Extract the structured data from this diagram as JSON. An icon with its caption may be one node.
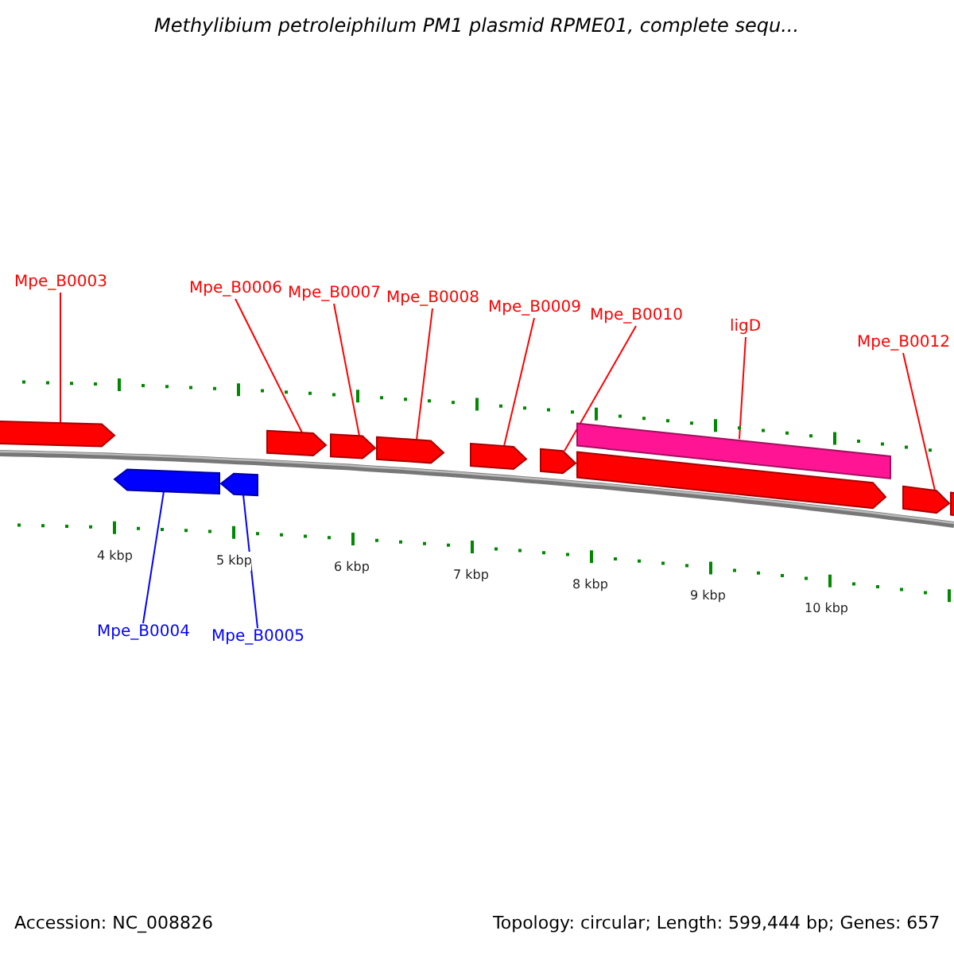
{
  "diagram": {
    "title": "Methylibium petroleiphilum PM1 plasmid RPME01, complete sequ...",
    "nodes": [
      {
        "text": [
          "Mpe_B0003"
        ]
      },
      {
        "text": [
          "Mpe_B0006"
        ]
      },
      {
        "text": [
          "Mpe_B0007"
        ]
      },
      {
        "text": [
          "Mpe_B0008"
        ]
      },
      {
        "text": [
          "Mpe_B0009"
        ]
      },
      {
        "text": [
          "Mpe_B0010"
        ]
      },
      {
        "text": [
          "ligD"
        ]
      },
      {
        "text": [
          "Mpe_B0012"
        ]
      },
      {
        "text": [
          "Mpe_B0004"
        ]
      },
      {
        "text": [
          "Mpe_B0005"
        ]
      },
      {
        "text": [],
        "shape": "arrow"
      },
      {
        "text": [],
        "shape": "arrow"
      },
      {
        "text": [],
        "shape": "arrow"
      },
      {
        "text": [],
        "shape": "arrow"
      },
      {
        "text": [],
        "shape": "arrow"
      },
      {
        "text": [],
        "shape": "arrow"
      },
      {
        "text": [],
        "shape": "arrow"
      },
      {
        "text": [],
        "shape": "arrow"
      },
      {
        "text": [],
        "shape": "bar"
      },
      {
        "text": [],
        "shape": "arrow"
      },
      {
        "text": [],
        "shape": "arrow"
      },
      {
        "text": [],
        "shape": "arrow"
      }
    ],
    "edges": [
      {
        "from": 0,
        "to": 10,
        "arrow": "none"
      },
      {
        "from": 1,
        "to": 13,
        "arrow": "none"
      },
      {
        "from": 2,
        "to": 14,
        "arrow": "none"
      },
      {
        "from": 3,
        "to": 15,
        "arrow": "none"
      },
      {
        "from": 4,
        "to": 16,
        "arrow": "none"
      },
      {
        "from": 5,
        "to": 17,
        "arrow": "none"
      },
      {
        "from": 6,
        "to": 18,
        "arrow": "none"
      },
      {
        "from": 7,
        "to": 20,
        "arrow": "none"
      },
      {
        "from": 8,
        "to": 11,
        "arrow": "none",
        "color": "#0000ff"
      },
      {
        "from": 9,
        "to": 12,
        "arrow": "none",
        "color": "#0000ff"
      }
    ],
    "labels": [
      "4 kbp",
      "5 kbp",
      "6 kbp",
      "7 kbp",
      "8 kbp",
      "9 kbp",
      "10 kbp",
      "Accession: NC_008826",
      "Topology: circular; Length: 599,444 bp; Genes: 657"
    ]
  }
}
